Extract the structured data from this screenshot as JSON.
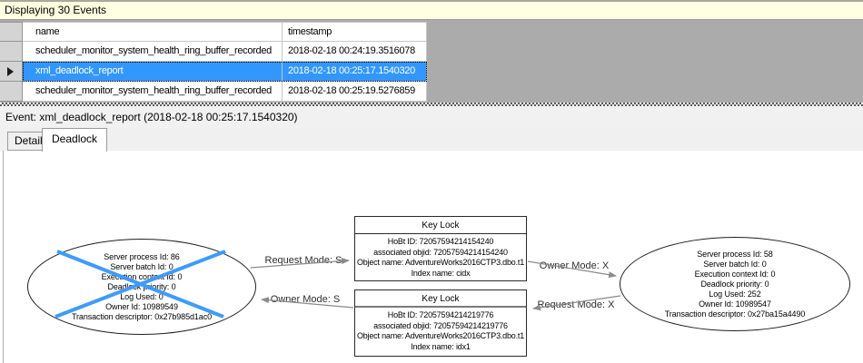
{
  "info_bar": {
    "text": "Displaying 30 Events"
  },
  "events_grid": {
    "columns": {
      "name": "name",
      "timestamp": "timestamp"
    },
    "rows": [
      {
        "name": "scheduler_monitor_system_health_ring_buffer_recorded",
        "timestamp": "2018-02-18 00:24:19.3516078"
      },
      {
        "name": "xml_deadlock_report",
        "timestamp": "2018-02-18 00:25:17.1540320"
      },
      {
        "name": "scheduler_monitor_system_health_ring_buffer_recorded",
        "timestamp": "2018-02-18 00:25:19.5276859"
      }
    ],
    "selected_row_index": 1
  },
  "event_bar": {
    "text": "Event: xml_deadlock_report (2018-02-18 00:25:17.1540320)"
  },
  "tabs": {
    "details": "Details",
    "deadlock": "Deadlock",
    "active": "Deadlock"
  },
  "deadlock_graph": {
    "process_left": {
      "role": "deadlock-victim",
      "lines": [
        "Server process Id: 86",
        "Server batch Id: 0",
        "Execution context Id: 0",
        "Deadlock priority: 0",
        "Log Used: 0",
        "Owner Id: 10989549",
        "Transaction descriptor: 0x27b985d1ac0"
      ]
    },
    "process_right": {
      "role": "process",
      "lines": [
        "Server process Id: 58",
        "Server batch Id: 0",
        "Execution context Id: 0",
        "Deadlock priority: 0",
        "Log Used: 252",
        "Owner Id: 10989547",
        "Transaction descriptor: 0x27ba15a4490"
      ]
    },
    "lock_top": {
      "title": "Key Lock",
      "lines": [
        "HoBt ID: 72057594214154240",
        "associated objid: 72057594214154240",
        "Object name: AdventureWorks2016CTP3.dbo.t1",
        "Index name: cidx"
      ]
    },
    "lock_bottom": {
      "title": "Key Lock",
      "lines": [
        "HoBt ID: 72057594214219776",
        "associated objid: 72057594214219776",
        "Object name: AdventureWorks2016CTP3.dbo.t1",
        "Index name: idx1"
      ]
    },
    "edge_labels": {
      "left_top": "Request Mode: S",
      "left_bottom": "Owner Mode: S",
      "right_top": "Owner Mode: X",
      "right_bottom": "Request Mode: X"
    }
  },
  "colors": {
    "selection_blue": "#3297FD",
    "info_bar_yellow": "#FFFFE1",
    "grid_background_gray": "#ABABAB",
    "victim_cross_blue": "#3E9BFC",
    "edge_line_gray": "#8A8A8A"
  }
}
